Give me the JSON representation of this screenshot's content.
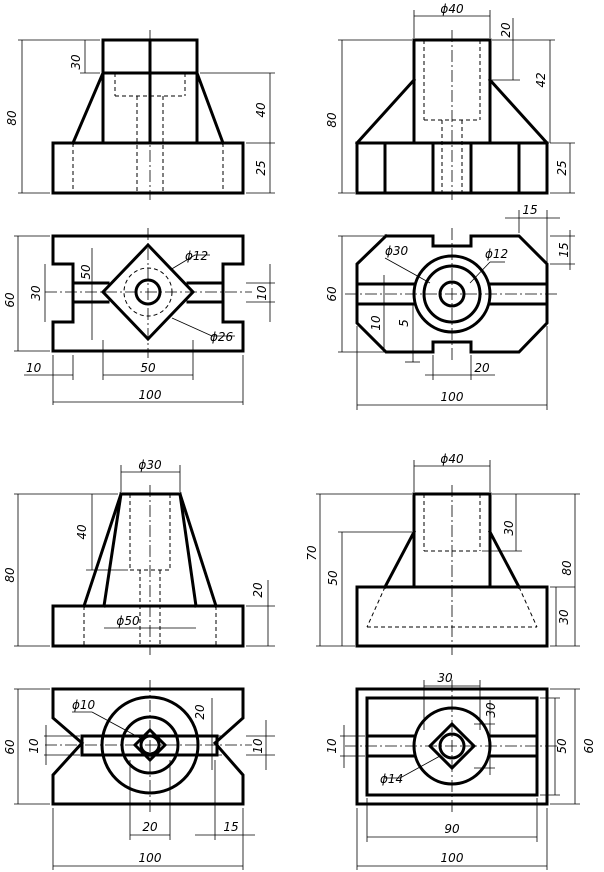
{
  "drawing": {
    "views": [
      {
        "id": "part-1",
        "front_dims": [
          "30",
          "80",
          "40",
          "25"
        ],
        "top_dims": [
          "50",
          "ϕ12",
          "60",
          "30",
          "10",
          "ϕ26",
          "10",
          "50",
          "100"
        ]
      },
      {
        "id": "part-2",
        "front_dims": [
          "ϕ40",
          "20",
          "80",
          "42",
          "25"
        ],
        "top_dims": [
          "15",
          "ϕ30",
          "ϕ12",
          "15",
          "60",
          "10",
          "5",
          "20",
          "100"
        ]
      },
      {
        "id": "part-3",
        "front_dims": [
          "ϕ30",
          "40",
          "80",
          "20",
          "ϕ50"
        ],
        "top_dims": [
          "ϕ10",
          "20",
          "60",
          "10",
          "10",
          "20",
          "15",
          "100"
        ]
      },
      {
        "id": "part-4",
        "front_dims": [
          "ϕ40",
          "30",
          "70",
          "50",
          "80",
          "30"
        ],
        "top_dims": [
          "30",
          "30",
          "10",
          "50",
          "60",
          "ϕ14",
          "90",
          "100"
        ]
      }
    ]
  }
}
